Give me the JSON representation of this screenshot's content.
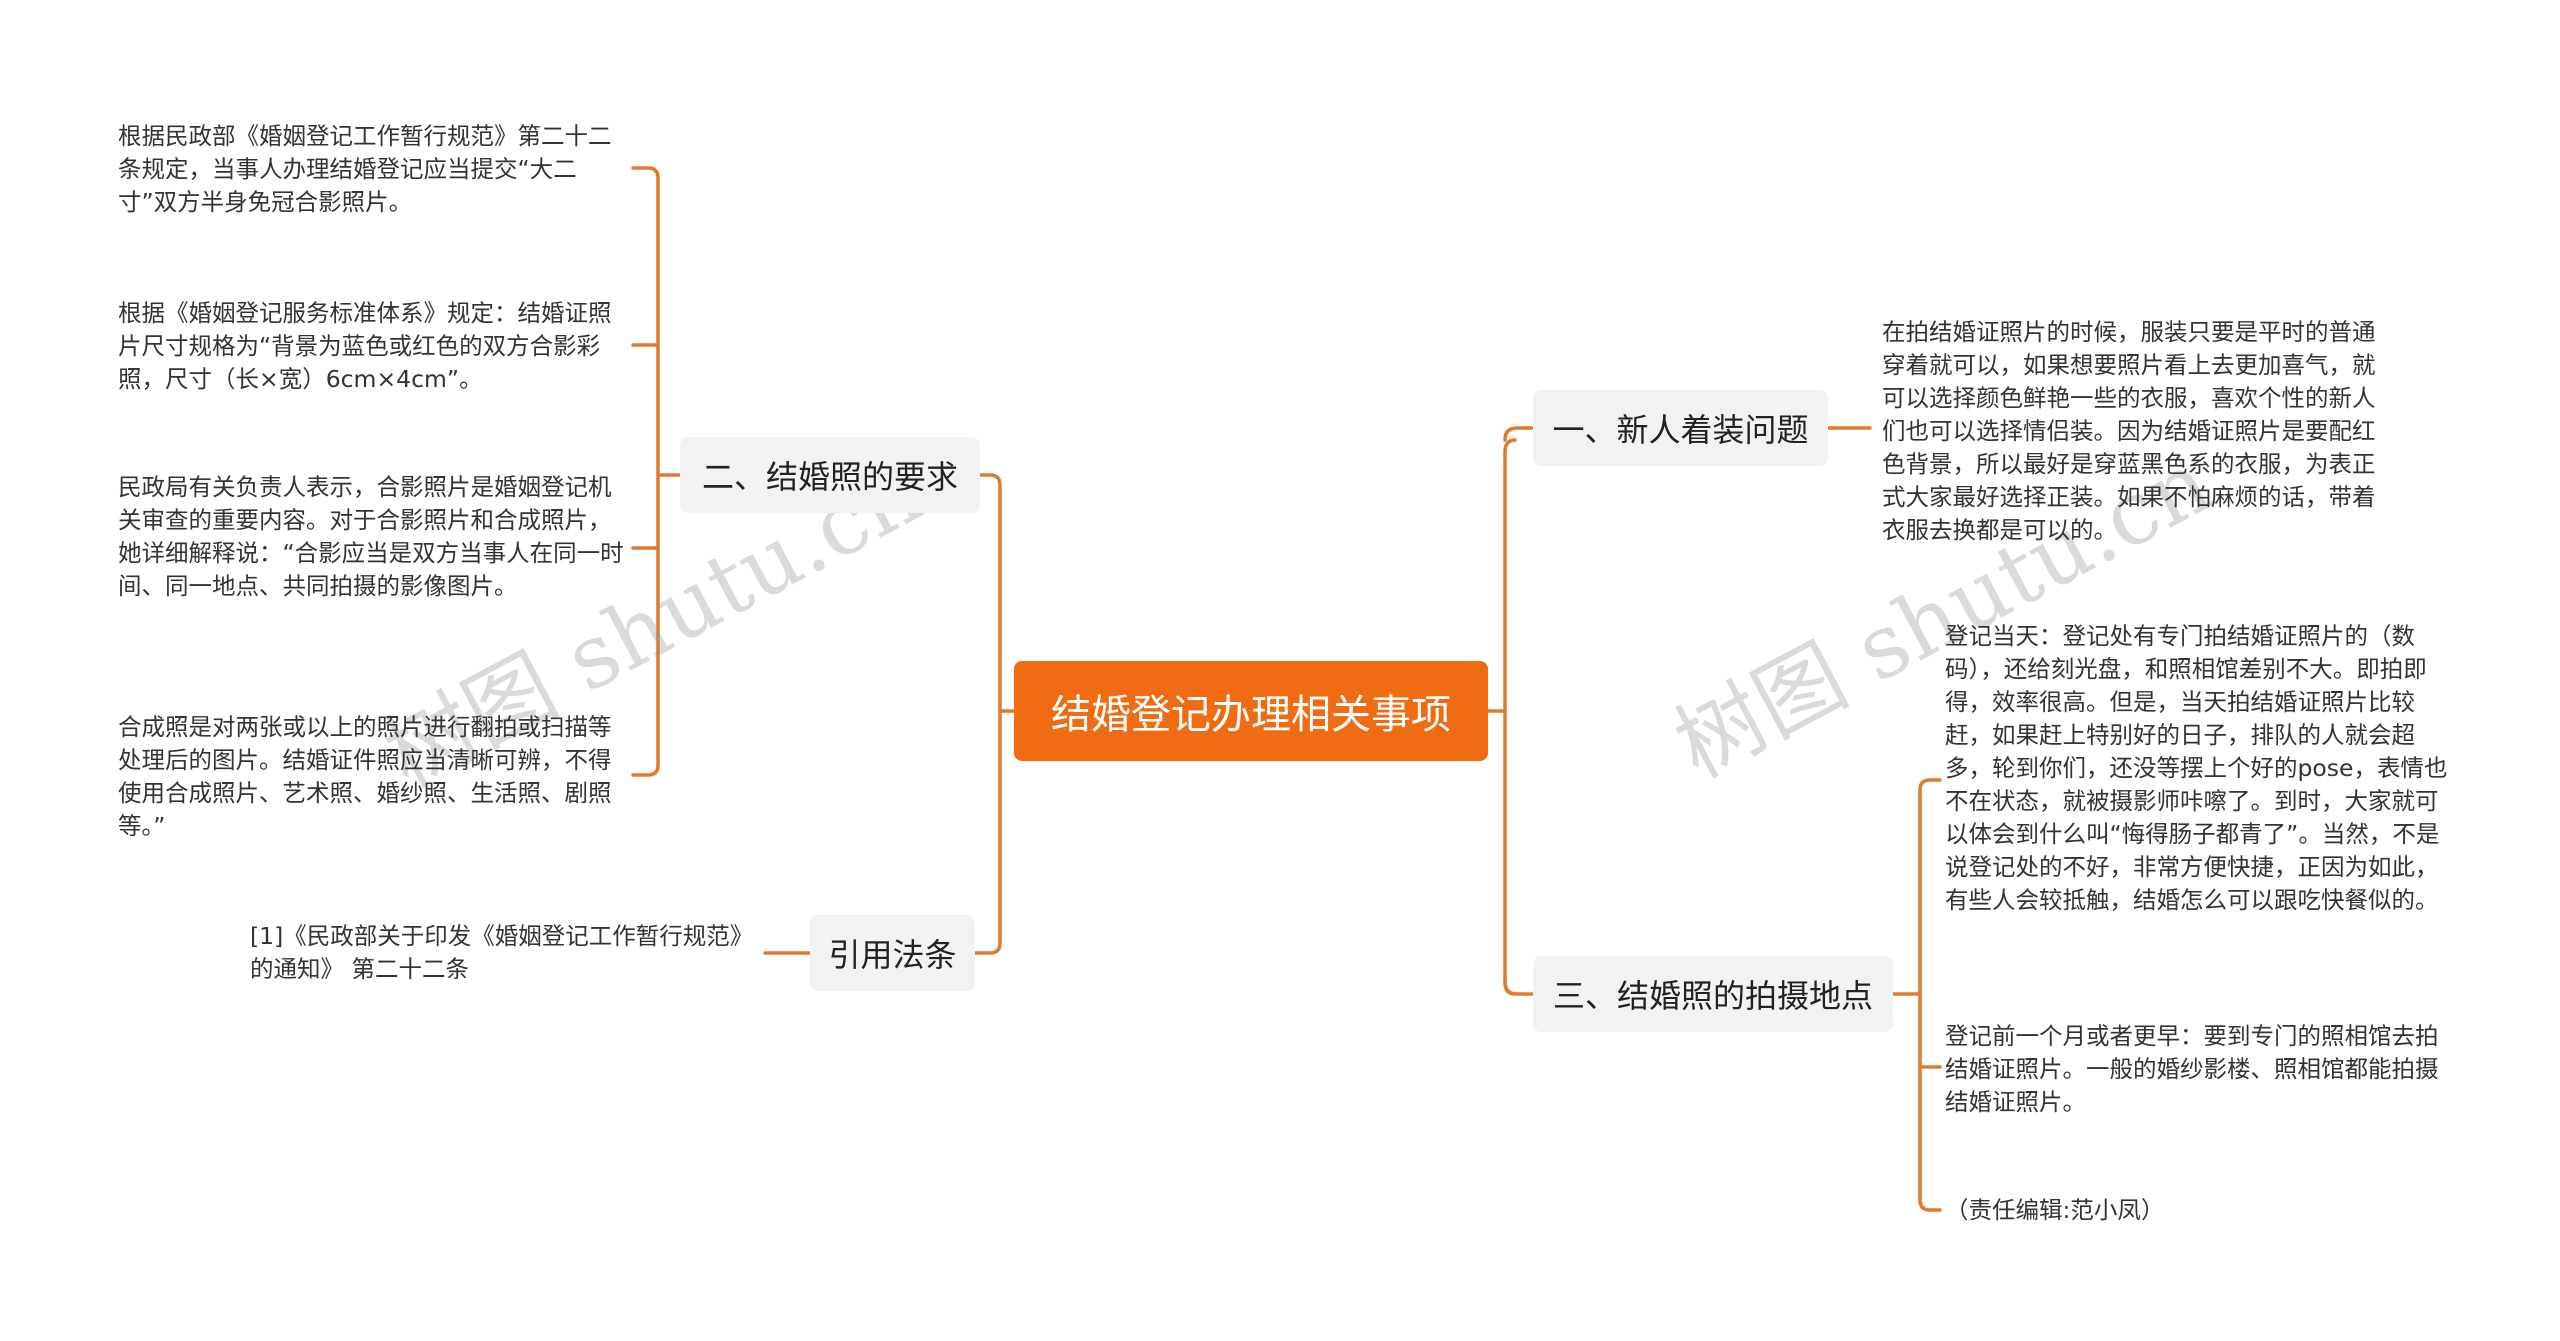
{
  "center": {
    "label": "结婚登记办理相关事项"
  },
  "left_branches": [
    {
      "label": "二、结婚照的要求",
      "leaves": [
        "根据民政部《婚姻登记工作暂行规范》第二十二条规定，当事人办理结婚登记应当提交“大二寸”双方半身免冠合影照片。",
        "根据《婚姻登记服务标准体系》规定：结婚证照片尺寸规格为“背景为蓝色或红色的双方合影彩照，尺寸（长×宽）6cm×4cm”。",
        "民政局有关负责人表示，合影照片是婚姻登记机关审查的重要内容。对于合影照片和合成照片，她详细解释说：“合影应当是双方当事人在同一时间、同一地点、共同拍摄的影像图片。",
        "合成照是对两张或以上的照片进行翻拍或扫描等处理后的图片。结婚证件照应当清晰可辨，不得使用合成照片、艺术照、婚纱照、生活照、剧照等。”"
      ]
    },
    {
      "label": "引用法条",
      "leaves": [
        "[1]《民政部关于印发《婚姻登记工作暂行规范》的通知》 第二十二条"
      ]
    }
  ],
  "right_branches": [
    {
      "label": "一、新人着装问题",
      "leaves": [
        "在拍结婚证照片的时候，服装只要是平时的普通穿着就可以，如果想要照片看上去更加喜气，就可以选择颜色鲜艳一些的衣服，喜欢个性的新人们也可以选择情侣装。因为结婚证照片是要配红色背景，所以最好是穿蓝黑色系的衣服，为表正式大家最好选择正装。如果不怕麻烦的话，带着衣服去换都是可以的。"
      ]
    },
    {
      "label": "三、结婚照的拍摄地点",
      "leaves": [
        "登记当天：登记处有专门拍结婚证照片的（数码），还给刻光盘，和照相馆差别不大。即拍即得，效率很高。但是，当天拍结婚证照片比较赶，如果赶上特别好的日子，排队的人就会超多，轮到你们，还没等摆上个好的pose，表情也不在状态，就被摄影师咔嚓了。到时，大家就可以体会到什么叫“悔得肠子都青了”。当然，不是说登记处的不好，非常方便快捷，正因为如此，有些人会较抵触，结婚怎么可以跟吃快餐似的。",
        "登记前一个月或者更早：要到专门的照相馆去拍结婚证照片。一般的婚纱影楼、照相馆都能拍摄结婚证照片。",
        "（责任编辑:范小凤）"
      ]
    }
  ],
  "watermarks": [
    "树图 shutu.cn",
    "树图 shutu.cn"
  ],
  "colors": {
    "center_fill": "#ef6c12",
    "connector": "#e07a2e",
    "branch_fill": "#f1f2f4"
  }
}
